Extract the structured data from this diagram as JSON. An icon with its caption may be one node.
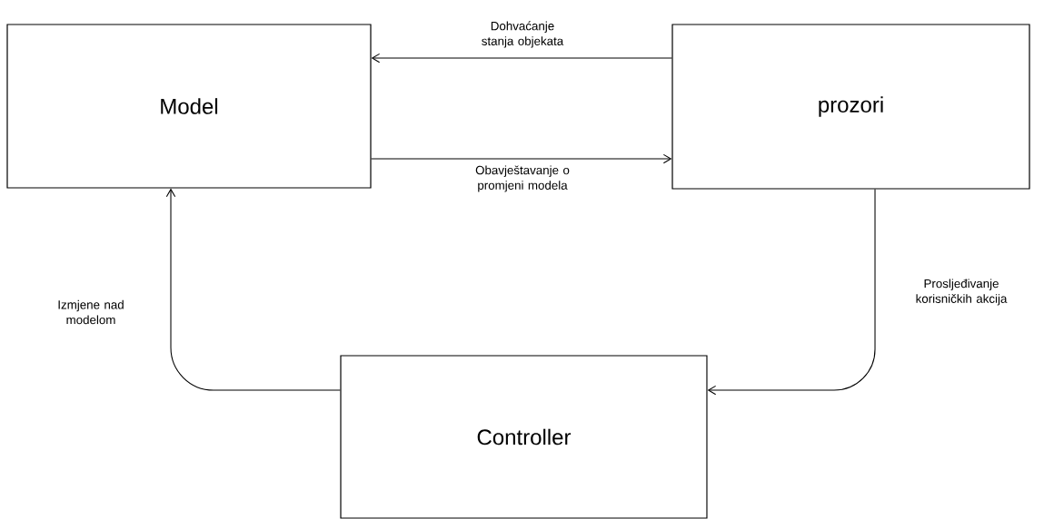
{
  "diagram": {
    "nodes": [
      {
        "text": [
          "Model"
        ]
      },
      {
        "text": [
          "prozori"
        ]
      },
      {
        "text": [
          "Controller"
        ]
      }
    ],
    "edges": [
      {
        "from": 1,
        "to": 0,
        "arrow": "to",
        "label": "Dohvaćanje stanja objekata"
      },
      {
        "from": 0,
        "to": 1,
        "arrow": "to",
        "label": "Obavještavanje o promjeni modela"
      },
      {
        "from": 1,
        "to": 2,
        "arrow": "to",
        "label": "Prosljeđivanje korisničkih akcija"
      },
      {
        "from": 2,
        "to": 0,
        "arrow": "to",
        "label": "Izmjene nad modelom"
      }
    ]
  }
}
